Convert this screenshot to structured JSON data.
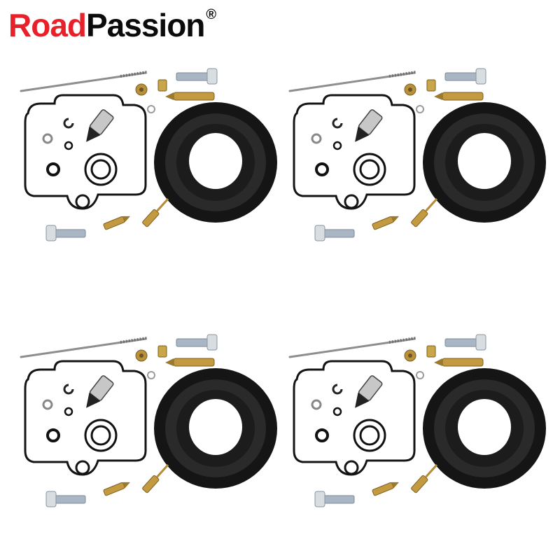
{
  "brand": {
    "part1": "Road",
    "part2": "Passion",
    "registered_mark": "®",
    "colors": {
      "part1": "#e8202a",
      "part2": "#0b0b0b"
    }
  },
  "kits": [
    {
      "id": "kit-top-left"
    },
    {
      "id": "kit-top-right"
    },
    {
      "id": "kit-bottom-left"
    },
    {
      "id": "kit-bottom-right"
    }
  ],
  "colors": {
    "rubber": "#111111",
    "brass": "#c8a24a",
    "steel": "#9aa6b2",
    "background": "#ffffff"
  }
}
